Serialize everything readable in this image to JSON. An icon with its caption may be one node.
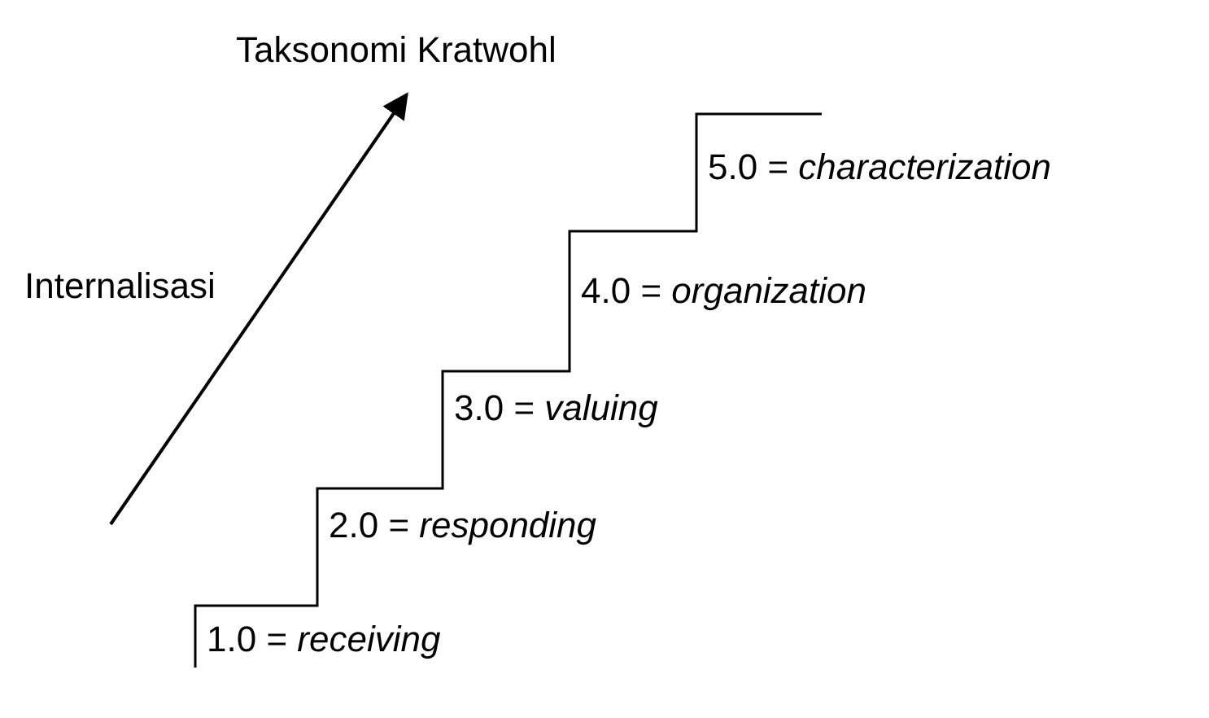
{
  "diagram": {
    "title": "Taksonomi Kratwohl",
    "labels": [
      "Internalisasi",
      "5.0 = *characterization*",
      "4.0 = *organization*",
      "3.0 = *valuing*",
      "2.0 = *responding*",
      "1.0 = *receiving*"
    ]
  }
}
